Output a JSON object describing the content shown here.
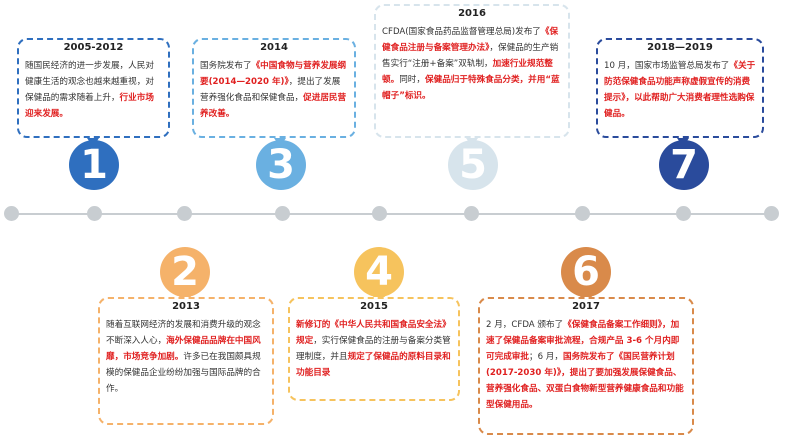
{
  "colors": {
    "c1": "#2f6fbf",
    "c2": "#f5b26a",
    "c3": "#6ab0e1",
    "c4": "#f6c35d",
    "c5": "#d7e4ec",
    "c6": "#d98a4a",
    "c7": "#2a4b9c",
    "axis": "#c8cdd1",
    "highlight": "#e02020"
  },
  "steps": [
    {
      "number": "1",
      "year": "2005-2012",
      "segments": [
        {
          "text": "随国民经济的进一步发展，人民对健康生活的观念也越来越重视，对保健品的需求随着上升，",
          "red": false
        },
        {
          "text": "行业市场迎来发展。",
          "red": true
        }
      ]
    },
    {
      "number": "2",
      "year": "2013",
      "segments": [
        {
          "text": "随着互联网经济的发展和消费升级的观念不断深入人心，",
          "red": false
        },
        {
          "text": "海外保健品品牌在中国风靡，市场竞争加剧。",
          "red": true
        },
        {
          "text": "许多已在我国颇具规模的保健品企业纷纷加强与国际品牌的合作。",
          "red": false
        }
      ]
    },
    {
      "number": "3",
      "year": "2014",
      "segments": [
        {
          "text": "国务院发布了",
          "red": false
        },
        {
          "text": "《中国食物与营养发展纲要(2014—2020 年)》",
          "red": true
        },
        {
          "text": "，提出了发展营养强化食品和保健食品，",
          "red": false
        },
        {
          "text": "促进居民营养改善。",
          "red": true
        }
      ]
    },
    {
      "number": "4",
      "year": "2015",
      "segments": [
        {
          "text": "新修订的《中华人民共和国食品安全法》规定",
          "red": true
        },
        {
          "text": "，实行保健食品的注册与备案分类管理制度，并且",
          "red": false
        },
        {
          "text": "规定了保健品的原料目录和功能目录",
          "red": true
        }
      ]
    },
    {
      "number": "5",
      "year": "2016",
      "segments": [
        {
          "text": "CFDA(国家食品药品监督管理总局)发布了",
          "red": false
        },
        {
          "text": "《保健食品注册与备案管理办法》",
          "red": true
        },
        {
          "text": "，保健品的生产销售实行“注册+备案”双轨制，",
          "red": false
        },
        {
          "text": "加速行业规范整顿。",
          "red": true
        },
        {
          "text": "同时，",
          "red": false
        },
        {
          "text": "保健品归于特殊食品分类，并用“蓝帽子”标识。",
          "red": true
        }
      ]
    },
    {
      "number": "6",
      "year": "2017",
      "segments": [
        {
          "text": "2 月，CFDA 颁布了",
          "red": false
        },
        {
          "text": "《保健食品备案工作细则》，加速了保健品备案审批流程，合规产品 3-6 个月内即可完成审批",
          "red": true
        },
        {
          "text": "；6 月，",
          "red": false
        },
        {
          "text": "国务院发布了《国民营养计划(2017-2030 年)》，提出了要加强发展保健食品、营养强化食品、双蛋白食物新型营养健康食品和功能型保健用品。",
          "red": true
        }
      ]
    },
    {
      "number": "7",
      "year": "2018—2019",
      "segments": [
        {
          "text": "10 月，国家市场监管总局发布了",
          "red": false
        },
        {
          "text": "《关于防范保健食品功能声称虚假宣传的消费提示》，以此帮助广大消费者理性选购保健品。",
          "red": true
        }
      ]
    }
  ]
}
